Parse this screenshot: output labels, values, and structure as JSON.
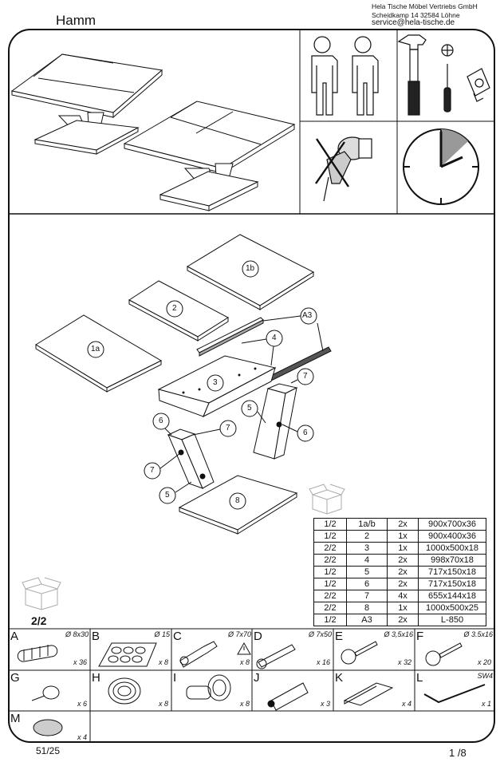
{
  "header": {
    "model": "Hamm",
    "company_line1": "Hela Tische Möbel Vertriebs GmbH",
    "company_line2": "Scheidkamp 14 32584 Löhne",
    "company_line3": "service@hela-tische.de"
  },
  "icons": [
    "two-person-icon",
    "hammer-icon",
    "phillips-screwdriver-icon",
    "tape-measure-icon",
    "no-power-drill-icon",
    "clock-icon",
    "open-box-icon"
  ],
  "exploded_view": {
    "callouts": [
      "1b",
      "2",
      "A3",
      "4",
      "1a",
      "3",
      "7",
      "5",
      "6",
      "6",
      "7",
      "7",
      "5",
      "8"
    ]
  },
  "box": "2/2",
  "parts_table": [
    [
      "1/2",
      "1a/b",
      "2x",
      "900x700x36"
    ],
    [
      "1/2",
      "2",
      "1x",
      "900x400x36"
    ],
    [
      "2/2",
      "3",
      "1x",
      "1000x500x18"
    ],
    [
      "2/2",
      "4",
      "2x",
      "998x70x18"
    ],
    [
      "1/2",
      "5",
      "2x",
      "717x150x18"
    ],
    [
      "1/2",
      "6",
      "2x",
      "717x150x18"
    ],
    [
      "2/2",
      "7",
      "4x",
      "655x144x18"
    ],
    [
      "2/2",
      "8",
      "1x",
      "1000x500x25"
    ],
    [
      "1/2",
      "A3",
      "2x",
      "L-850"
    ]
  ],
  "hardware": [
    {
      "letter": "A",
      "spec": "Ø 8x30",
      "qty": "x 36",
      "icon": "wooden-dowel-icon"
    },
    {
      "letter": "B",
      "spec": "Ø 15",
      "qty": "x 8",
      "icon": "felt-pads-sheet-icon"
    },
    {
      "letter": "C",
      "spec": "Ø 7x70",
      "qty": "x 8",
      "icon": "connector-screw-icon"
    },
    {
      "letter": "D",
      "spec": "Ø 7x50",
      "qty": "x 16",
      "icon": "connector-screw-icon"
    },
    {
      "letter": "E",
      "spec": "Ø 3,5x16",
      "qty": "x 32",
      "icon": "wood-screw-icon"
    },
    {
      "letter": "F",
      "spec": "Ø 3.5x16",
      "qty": "x 20",
      "icon": "wood-screw-icon"
    },
    {
      "letter": "G",
      "spec": "",
      "qty": "x 6",
      "icon": "nail-glide-icon"
    },
    {
      "letter": "H",
      "spec": "",
      "qty": "x 8",
      "icon": "threaded-insert-icon"
    },
    {
      "letter": "I",
      "spec": "",
      "qty": "x 8",
      "icon": "threaded-bolt-icon"
    },
    {
      "letter": "J",
      "spec": "",
      "qty": "x 3",
      "icon": "glue-tube-icon"
    },
    {
      "letter": "K",
      "spec": "",
      "qty": "x 4",
      "icon": "angle-bracket-icon"
    },
    {
      "letter": "L",
      "spec": "SW4",
      "qty": "x 1",
      "icon": "allen-key-icon"
    },
    {
      "letter": "M",
      "spec": "",
      "qty": "x 4",
      "icon": "felt-glide-icon"
    }
  ],
  "footer": {
    "doc_number": "51/25",
    "page": "1 /8"
  }
}
